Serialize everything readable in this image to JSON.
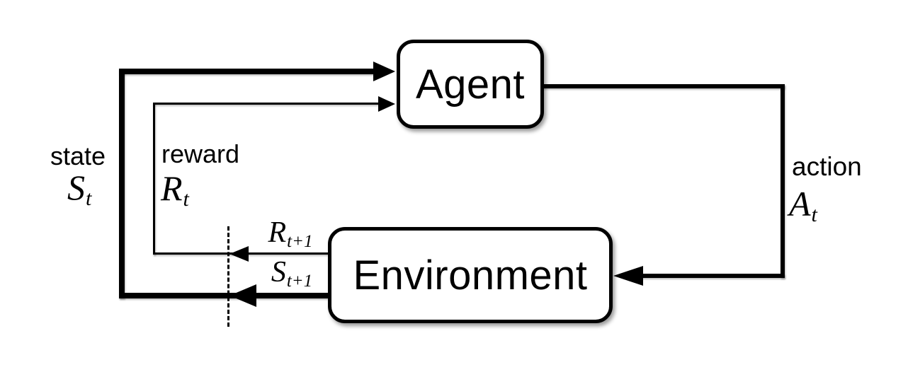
{
  "diagram": {
    "background_color": "#ffffff",
    "line_color": "#000000",
    "agent_box": {
      "label": "Agent"
    },
    "environment_box": {
      "label": "Environment"
    },
    "state_label": {
      "word": "state",
      "symbol": "S",
      "subscript": "t"
    },
    "reward_label": {
      "word": "reward",
      "symbol": "R",
      "subscript": "t"
    },
    "action_label": {
      "word": "action",
      "symbol": "A",
      "subscript": "t"
    },
    "next_reward_label": {
      "symbol": "R",
      "subscript": "t+1"
    },
    "next_state_label": {
      "symbol": "S",
      "subscript": "t+1"
    }
  }
}
